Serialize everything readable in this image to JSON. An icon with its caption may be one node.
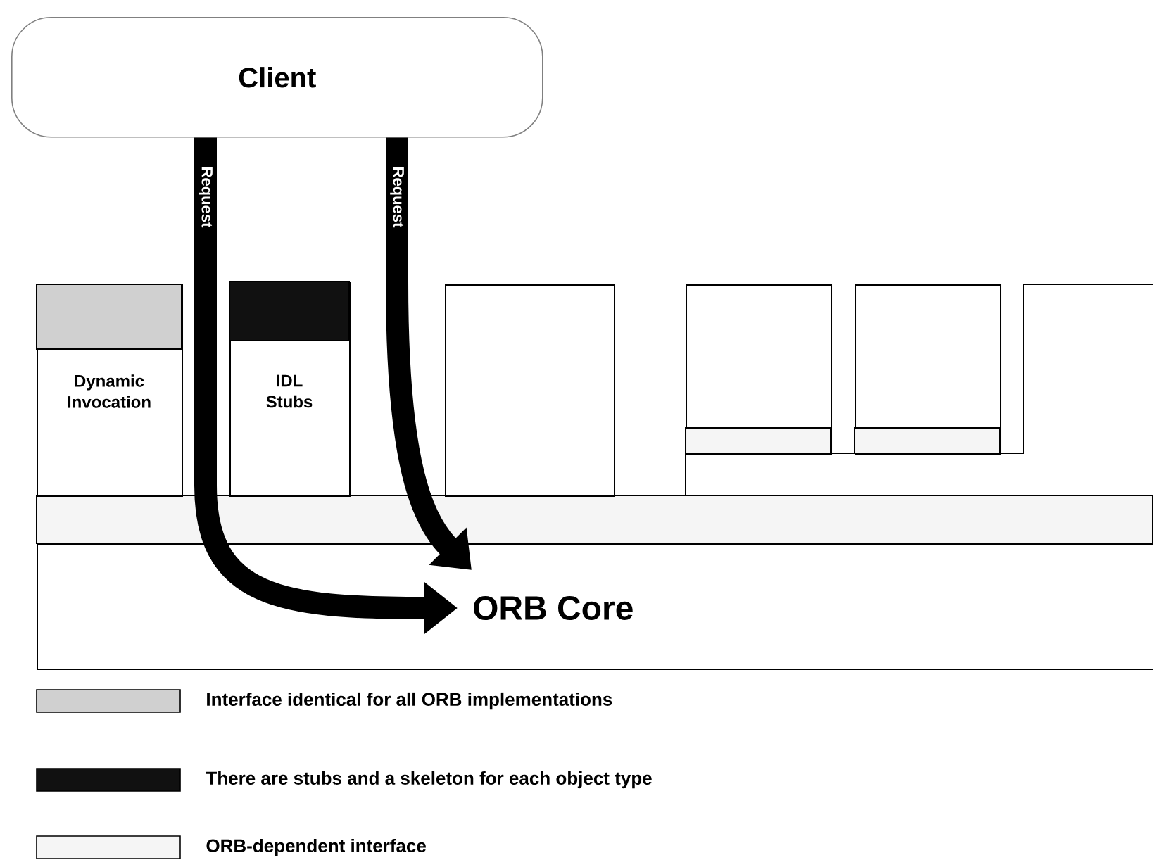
{
  "diagram": {
    "nodes": [
      {
        "text": [
          "Client"
        ]
      },
      {
        "text": [
          "Dynamic Invocation"
        ]
      },
      {
        "text": [
          "IDL Stubs"
        ]
      },
      {
        "text": [],
        "shape": "box"
      },
      {
        "text": [],
        "shape": "box"
      },
      {
        "text": [],
        "shape": "box",
        "in": 4
      },
      {
        "text": [],
        "shape": "box",
        "in": 4
      },
      {
        "text": [
          "ORB Core"
        ]
      }
    ],
    "edges": [
      {
        "from": 0,
        "to": 7,
        "arrow": "to",
        "label": "Request"
      },
      {
        "from": 0,
        "to": 7,
        "arrow": "to",
        "label": "Request"
      }
    ],
    "legend": [
      {
        "text": "Interface identical for all ORB implementations",
        "color": "#d0d0d0"
      },
      {
        "text": "There are stubs and a skeleton for each object type",
        "color": "#111111"
      },
      {
        "text": "ORB-dependent interface",
        "color": "#f5f5f5"
      }
    ]
  }
}
